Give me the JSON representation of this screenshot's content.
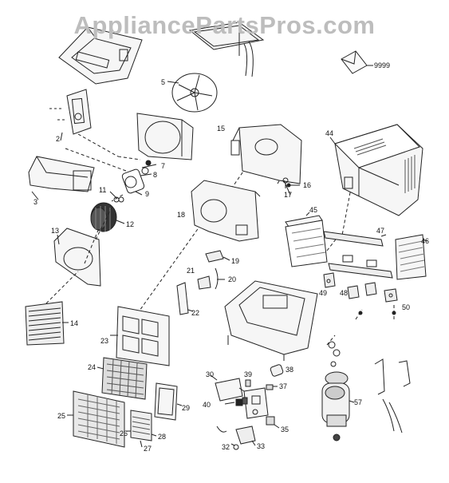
{
  "watermark": "AppliancePartsPros.com",
  "callouts": {
    "n2": "2",
    "n3": "3",
    "n5": "5",
    "n7": "7",
    "n8": "8",
    "n9": "9",
    "n11": "11",
    "n12": "12",
    "n13": "13",
    "n14": "14",
    "n15": "15",
    "n16": "16",
    "n17": "17",
    "n18": "18",
    "n19": "19",
    "n20": "20",
    "n21": "21",
    "n22": "22",
    "n23": "23",
    "n24": "24",
    "n25": "25",
    "n26": "26",
    "n27": "27",
    "n28": "28",
    "n29": "29",
    "n30": "30",
    "n32": "32",
    "n33": "33",
    "n35": "35",
    "n37": "37",
    "n38": "38",
    "n39": "39",
    "n40": "40",
    "n44": "44",
    "n45": "45",
    "n46": "46",
    "n47": "47",
    "n48": "48",
    "n49": "49",
    "n50": "50",
    "n57": "57",
    "n9999": "9999"
  }
}
